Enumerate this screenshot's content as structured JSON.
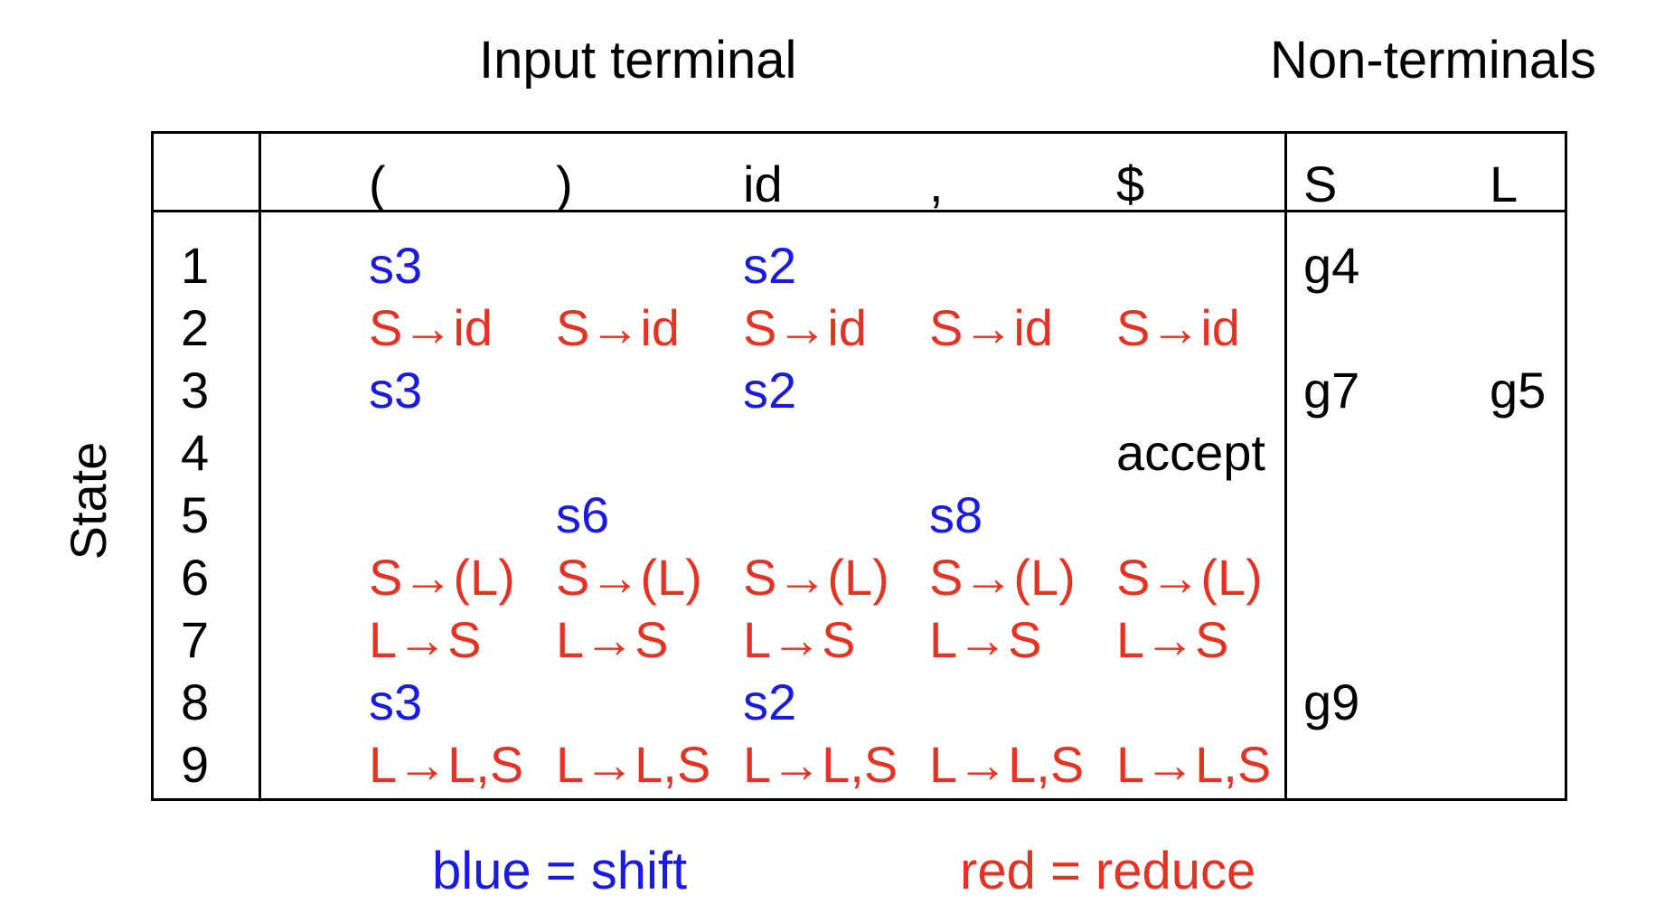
{
  "headers": {
    "input_terminal": "Input terminal",
    "non_terminals": "Non-terminals",
    "state": "State"
  },
  "columns": [
    "(",
    ")",
    "id",
    ",",
    "$",
    "S",
    "L"
  ],
  "colors": {
    "shift": "#1a1ae6",
    "reduce": "#e53222",
    "plain": "#000000"
  },
  "rows": [
    {
      "state": "1",
      "cells": [
        {
          "t": "s3",
          "k": "shift"
        },
        null,
        {
          "t": "s2",
          "k": "shift"
        },
        null,
        null,
        {
          "t": "g4",
          "k": "plain"
        },
        null
      ]
    },
    {
      "state": "2",
      "cells": [
        {
          "t": "S→id",
          "k": "reduce"
        },
        {
          "t": "S→id",
          "k": "reduce"
        },
        {
          "t": "S→id",
          "k": "reduce"
        },
        {
          "t": "S→id",
          "k": "reduce"
        },
        {
          "t": "S→id",
          "k": "reduce"
        },
        null,
        null
      ]
    },
    {
      "state": "3",
      "cells": [
        {
          "t": "s3",
          "k": "shift"
        },
        null,
        {
          "t": "s2",
          "k": "shift"
        },
        null,
        null,
        {
          "t": "g7",
          "k": "plain"
        },
        {
          "t": "g5",
          "k": "plain"
        }
      ]
    },
    {
      "state": "4",
      "cells": [
        null,
        null,
        null,
        null,
        {
          "t": "accept",
          "k": "plain"
        },
        null,
        null
      ]
    },
    {
      "state": "5",
      "cells": [
        null,
        {
          "t": "s6",
          "k": "shift"
        },
        null,
        {
          "t": "s8",
          "k": "shift"
        },
        null,
        null,
        null
      ]
    },
    {
      "state": "6",
      "cells": [
        {
          "t": "S→(L)",
          "k": "reduce"
        },
        {
          "t": "S→(L)",
          "k": "reduce"
        },
        {
          "t": "S→(L)",
          "k": "reduce"
        },
        {
          "t": "S→(L)",
          "k": "reduce"
        },
        {
          "t": "S→(L)",
          "k": "reduce"
        },
        null,
        null
      ]
    },
    {
      "state": "7",
      "cells": [
        {
          "t": "L→S",
          "k": "reduce"
        },
        {
          "t": "L→S",
          "k": "reduce"
        },
        {
          "t": "L→S",
          "k": "reduce"
        },
        {
          "t": "L→S",
          "k": "reduce"
        },
        {
          "t": "L→S",
          "k": "reduce"
        },
        null,
        null
      ]
    },
    {
      "state": "8",
      "cells": [
        {
          "t": "s3",
          "k": "shift"
        },
        null,
        {
          "t": "s2",
          "k": "shift"
        },
        null,
        null,
        {
          "t": "g9",
          "k": "plain"
        },
        null
      ]
    },
    {
      "state": "9",
      "cells": [
        {
          "t": "L→L,S",
          "k": "reduce"
        },
        {
          "t": "L→L,S",
          "k": "reduce"
        },
        {
          "t": "L→L,S",
          "k": "reduce"
        },
        {
          "t": "L→L,S",
          "k": "reduce"
        },
        {
          "t": "L→L,S",
          "k": "reduce"
        },
        null,
        null
      ]
    }
  ],
  "legend": {
    "shift": "blue = shift",
    "reduce": "red = reduce"
  }
}
